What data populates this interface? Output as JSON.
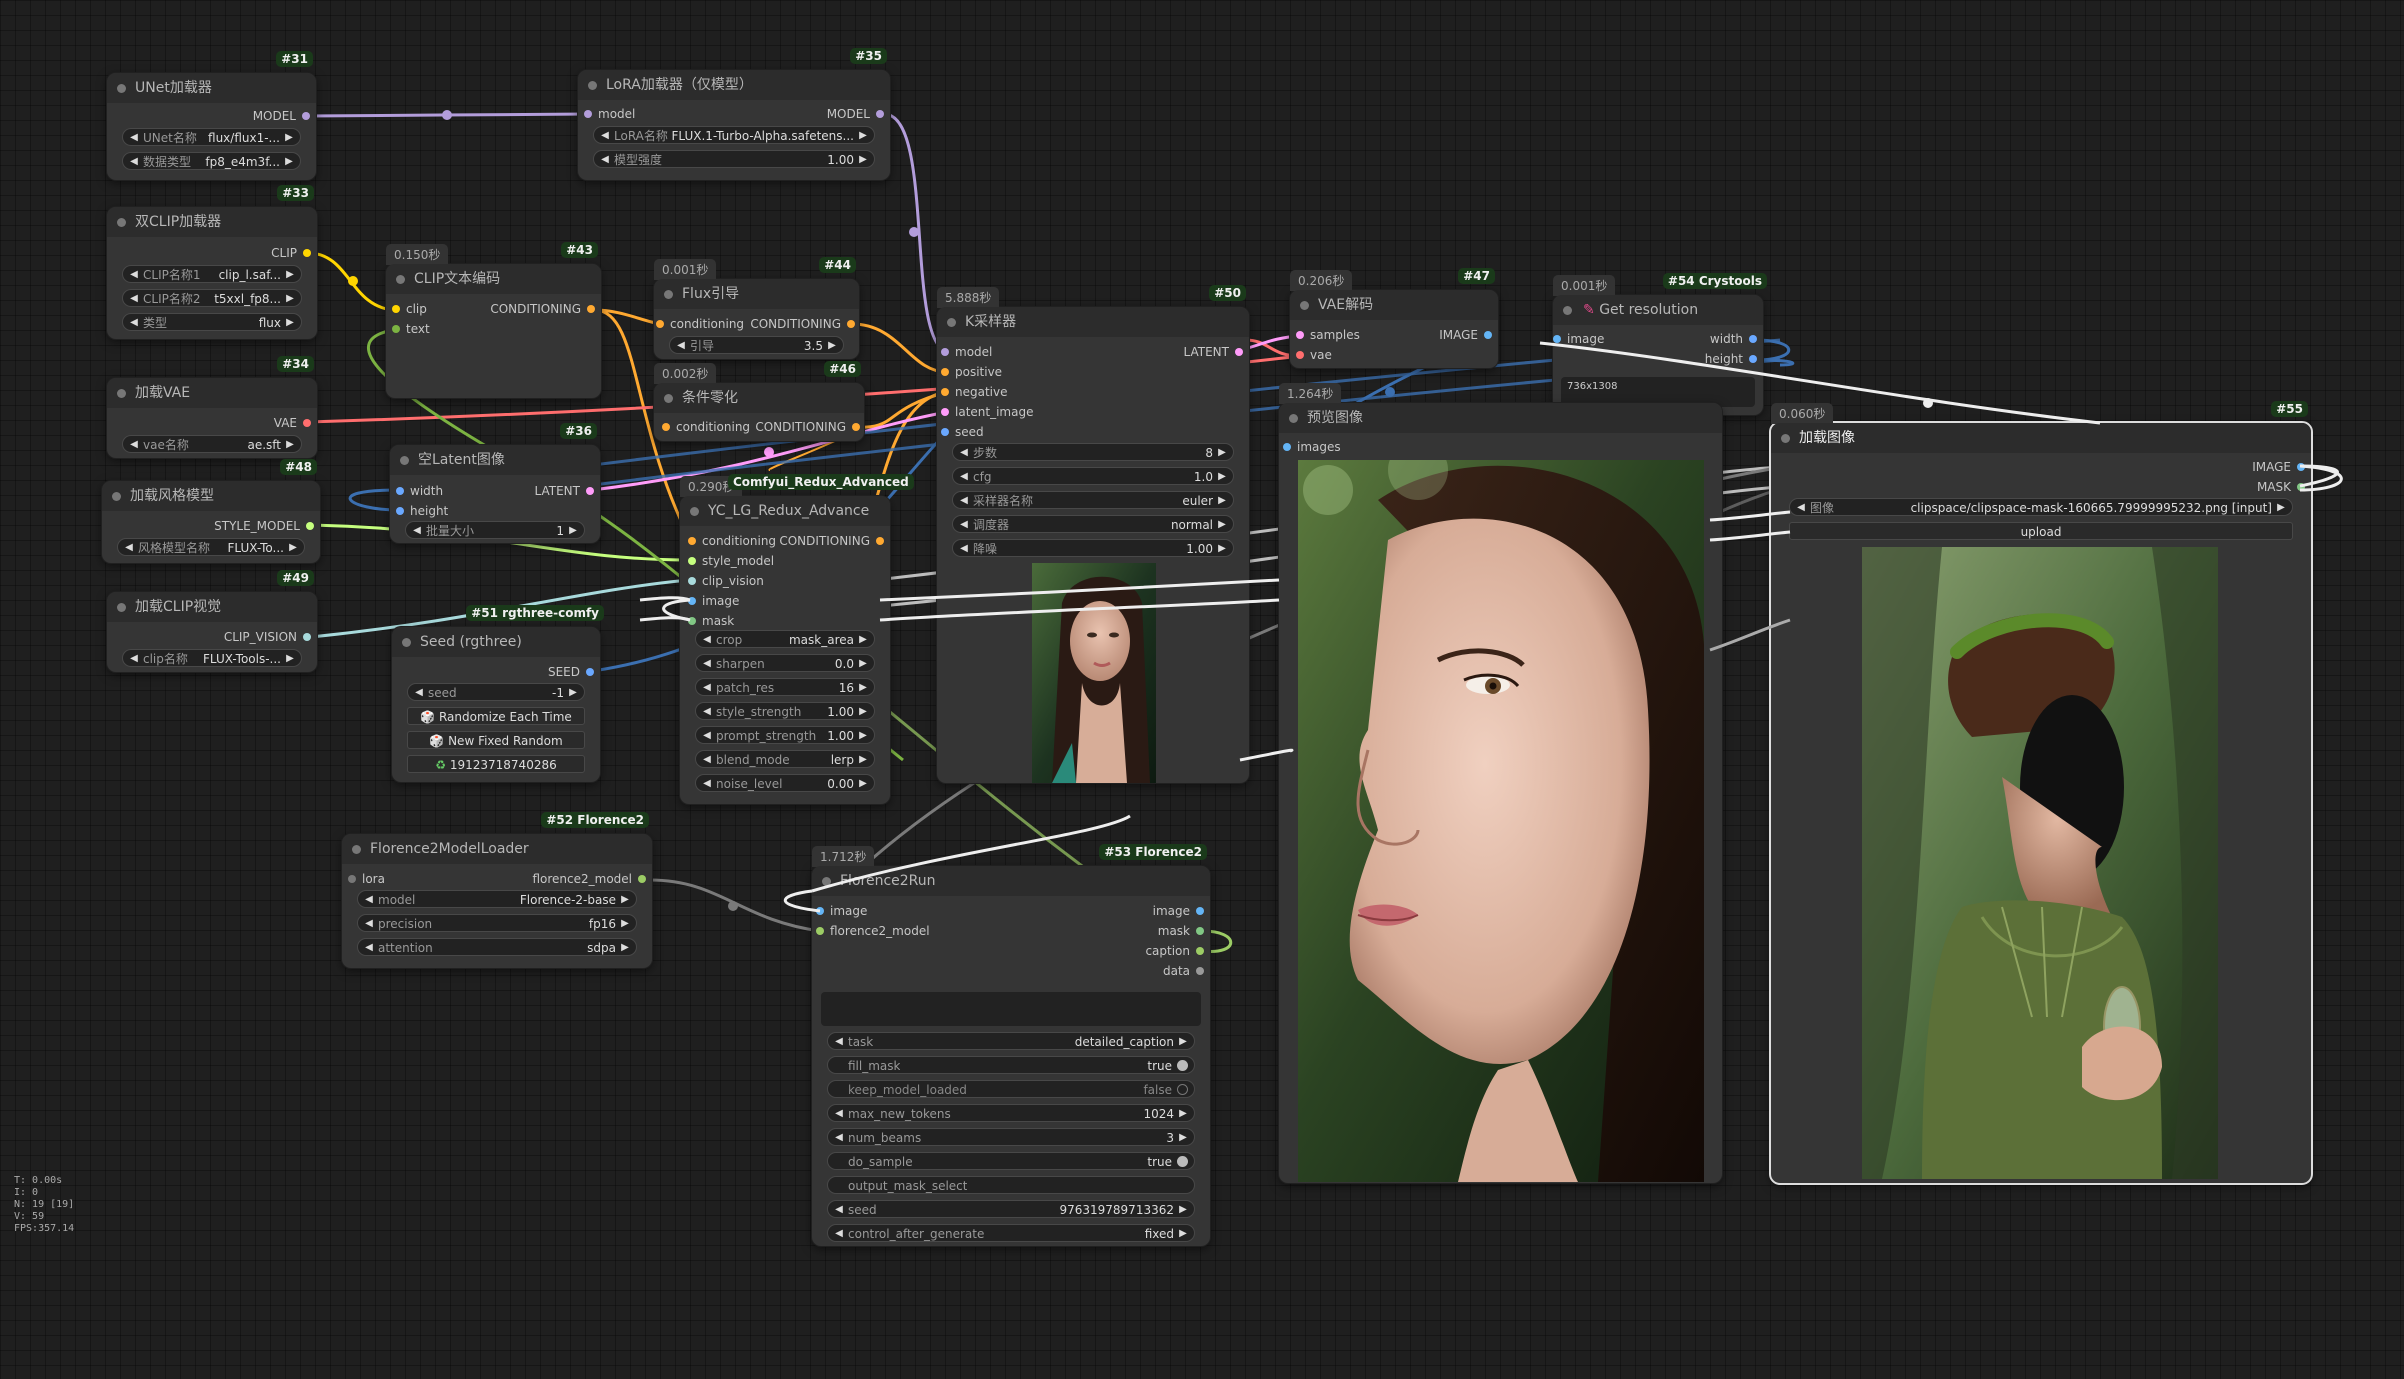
{
  "nodes": {
    "unet": {
      "id": "#31",
      "title": "UNet加载器",
      "out": "MODEL",
      "w1_label": "UNet名称",
      "w1_value": "flux/flux1-...",
      "w2_label": "数据类型",
      "w2_value": "fp8_e4m3f..."
    },
    "lora": {
      "id": "#35",
      "title": "LoRA加载器（仅模型）",
      "in": "model",
      "out": "MODEL",
      "w1_label": "LoRA名称",
      "w1_value": "FLUX.1-Turbo-Alpha.safetens...",
      "w2_label": "模型强度",
      "w2_value": "1.00"
    },
    "dualclip": {
      "id": "#33",
      "title": "双CLIP加载器",
      "out": "CLIP",
      "w1_label": "CLIP名称1",
      "w1_value": "clip_l.saf...",
      "w2_label": "CLIP名称2",
      "w2_value": "t5xxl_fp8...",
      "w3_label": "类型",
      "w3_value": "flux"
    },
    "clipenc": {
      "id": "#43",
      "timing": "0.150秒",
      "title": "CLIP文本编码",
      "in1": "clip",
      "in2": "text",
      "out": "CONDITIONING"
    },
    "fluxguide": {
      "id": "#44",
      "timing": "0.001秒",
      "title": "Flux引导",
      "in": "conditioning",
      "out": "CONDITIONING",
      "w1_label": "引导",
      "w1_value": "3.5"
    },
    "zero": {
      "id": "#46",
      "timing": "0.002秒",
      "title": "条件零化",
      "in": "conditioning",
      "out": "CONDITIONING"
    },
    "vae": {
      "id": "#34",
      "title": "加载VAE",
      "out": "VAE",
      "w1_label": "vae名称",
      "w1_value": "ae.sft"
    },
    "latent": {
      "id": "#36",
      "title": "空Latent图像",
      "in1": "width",
      "in2": "height",
      "out": "LATENT",
      "w1_label": "批量大小",
      "w1_value": "1"
    },
    "style": {
      "id": "#48",
      "title": "加载风格模型",
      "out": "STYLE_MODEL",
      "w1_label": "风格模型名称",
      "w1_value": "FLUX-To..."
    },
    "clipvision": {
      "id": "#49",
      "title": "加载CLIP视觉",
      "out": "CLIP_VISION",
      "w1_label": "clip名称",
      "w1_value": "FLUX-Tools-..."
    },
    "seed": {
      "id": "#51 rgthree-comfy",
      "title": "Seed (rgthree)",
      "out": "SEED",
      "w1_label": "seed",
      "w1_value": "-1",
      "b1": "Randomize Each Time",
      "b2": "New Fixed Random",
      "b3": "19123718740286"
    },
    "redux": {
      "id": "Comfyui_Redux_Advanced",
      "timing": "0.290秒",
      "title": "YC_LG_Redux_Advance",
      "in1": "conditioning",
      "in2": "style_model",
      "in3": "clip_vision",
      "in4": "image",
      "in5": "mask",
      "out": "CONDITIONING",
      "widgets": [
        {
          "l": "crop",
          "v": "mask_area"
        },
        {
          "l": "sharpen",
          "v": "0.0"
        },
        {
          "l": "patch_res",
          "v": "16"
        },
        {
          "l": "style_strength",
          "v": "1.00"
        },
        {
          "l": "prompt_strength",
          "v": "1.00"
        },
        {
          "l": "blend_mode",
          "v": "lerp"
        },
        {
          "l": "noise_level",
          "v": "0.00"
        }
      ]
    },
    "ksampler": {
      "id": "#50",
      "timing": "5.888秒",
      "title": "K采样器",
      "in1": "model",
      "in2": "positive",
      "in3": "negative",
      "in4": "latent_image",
      "in5": "seed",
      "out": "LATENT",
      "widgets": [
        {
          "l": "步数",
          "v": "8"
        },
        {
          "l": "cfg",
          "v": "1.0"
        },
        {
          "l": "采样器名称",
          "v": "euler"
        },
        {
          "l": "调度器",
          "v": "normal"
        },
        {
          "l": "降噪",
          "v": "1.00"
        }
      ]
    },
    "vaedecode": {
      "id": "#47",
      "timing": "0.206秒",
      "title": "VAE解码",
      "in1": "samples",
      "in2": "vae",
      "out": "IMAGE"
    },
    "getres": {
      "id": "#54 Crystools",
      "timing": "0.001秒",
      "title": "Get resolution",
      "in": "image",
      "out1": "width",
      "out2": "height",
      "text": "736x1308"
    },
    "preview": {
      "timing": "1.264秒",
      "title": "预览图像",
      "in": "images"
    },
    "loadimg": {
      "id": "#55",
      "timing": "0.060秒",
      "title": "加载图像",
      "out1": "IMAGE",
      "out2": "MASK",
      "w1_label": "图像",
      "w1_value": "clipspace/clipspace-mask-160665.79999995232.png [input]",
      "upload": "upload"
    },
    "florenceloader": {
      "id": "#52 Florence2",
      "title": "Florence2ModelLoader",
      "in": "lora",
      "out": "florence2_model",
      "widgets": [
        {
          "l": "model",
          "v": "Florence-2-base"
        },
        {
          "l": "precision",
          "v": "fp16"
        },
        {
          "l": "attention",
          "v": "sdpa"
        }
      ]
    },
    "florencerun": {
      "id": "#53 Florence2",
      "timing": "1.712秒",
      "title": "Florence2Run",
      "in1": "image",
      "in2": "florence2_model",
      "out1": "image",
      "out2": "mask",
      "out3": "caption",
      "out4": "data",
      "widgets": [
        {
          "l": "task",
          "v": "detailed_caption",
          "t": "combo"
        },
        {
          "l": "fill_mask",
          "v": "true",
          "t": "toggle"
        },
        {
          "l": "keep_model_loaded",
          "v": "false",
          "t": "toggle-off"
        },
        {
          "l": "max_new_tokens",
          "v": "1024",
          "t": "combo"
        },
        {
          "l": "num_beams",
          "v": "3",
          "t": "combo"
        },
        {
          "l": "do_sample",
          "v": "true",
          "t": "toggle"
        },
        {
          "l": "output_mask_select",
          "v": "",
          "t": "text"
        },
        {
          "l": "seed",
          "v": "976319789713362",
          "t": "combo"
        },
        {
          "l": "control_after_generate",
          "v": "fixed",
          "t": "combo"
        }
      ]
    }
  },
  "stats": [
    "T: 0.00s",
    "I: 0",
    "N: 19 [19]",
    "V: 59",
    "FPS:357.14"
  ],
  "colors": {
    "model": "#b39ddb",
    "clip": "#ffd500",
    "conditioning": "#ffa931",
    "vae": "#ff6e6e",
    "latent": "#ff9cf9",
    "image": "#64b5f6",
    "mask": "#81c784",
    "style": "#c6ff7f",
    "clipvision": "#a8dadc",
    "int": "#6aa8ff"
  }
}
